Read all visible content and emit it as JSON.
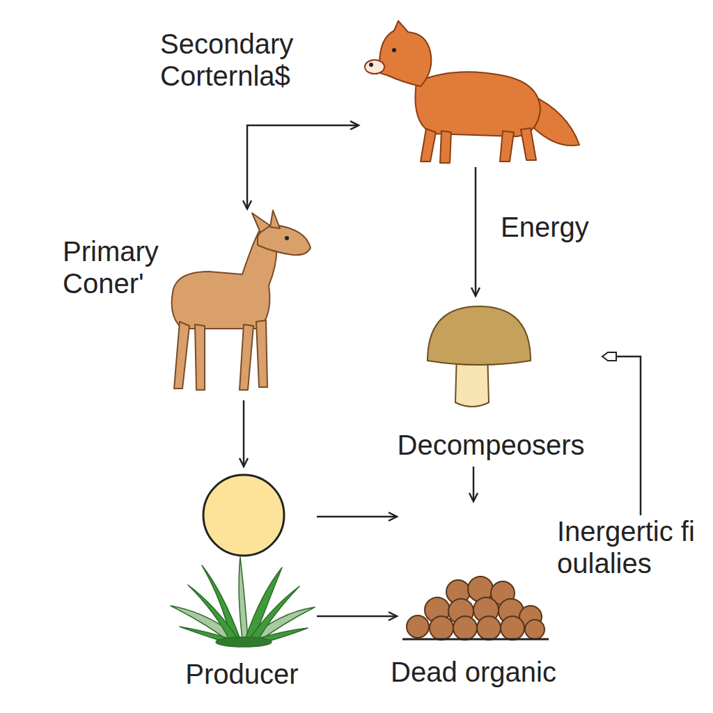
{
  "diagram": {
    "nodes": [
      {
        "text": [
          "Secondary Corternla$"
        ]
      },
      {
        "text": [
          "Primary Coner'"
        ]
      },
      {
        "text": [
          "Decompeosers"
        ]
      },
      {
        "text": [
          "Inergertic fi oulalies"
        ]
      },
      {
        "text": [
          "Producer"
        ]
      },
      {
        "text": [
          "Dead organic"
        ]
      }
    ],
    "edges": [
      {
        "from": 0,
        "to": 1,
        "arrow": "both"
      },
      {
        "from": 0,
        "to": 2,
        "label": "Energy",
        "arrow": "to"
      },
      {
        "from": 1,
        "to": 4,
        "arrow": "to"
      },
      {
        "from": 4,
        "to": 5,
        "arrow": "to"
      },
      {
        "from": 4,
        "to": 5,
        "arrow": "to"
      },
      {
        "from": 2,
        "to": 5,
        "arrow": "to"
      },
      {
        "from": 3,
        "to": 2,
        "arrow": "to"
      }
    ]
  }
}
